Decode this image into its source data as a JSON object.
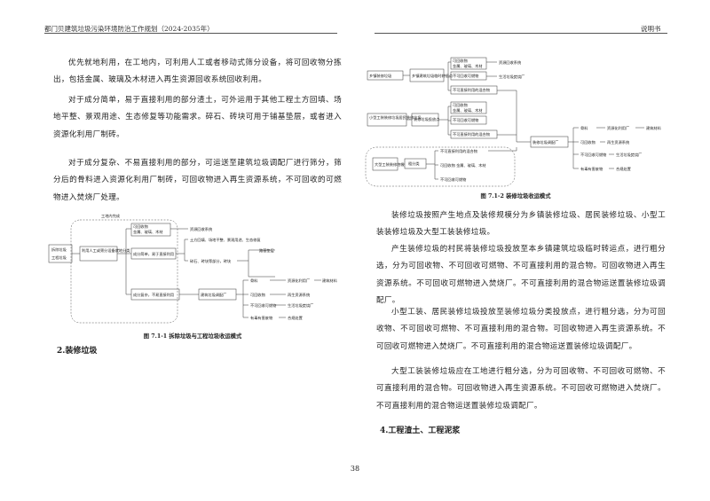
{
  "header": {
    "left": "都门贝建筑垃圾污染环境防治工作规划（2024-2035年）",
    "right": "说明书"
  },
  "page_number": "38",
  "left_column": {
    "paragraphs": [
      "优先就地利用，在工地内，可利用人工或者移动式筛分设备，将可回收物分拣出，包括金属、玻璃及木材进入再生资源回收系统回收利用。",
      "对于成分简单，易于直接利用的部分渣土，可外运用于其他工程土方回填、场地平整、景观用途、生态修复等功能需求。碎石、砖块可用于铺基垫层，或者进入资源化利用厂制砖。",
      "对于成分复杂、不易直接利用的部分，可运送至建筑垃圾调配厂进行筛分，筛分后的骨料进入资源化利用厂制砖，可回收物进入再生资源系统，不可回收的可燃物进入焚烧厂处理。"
    ],
    "figure1": {
      "caption": "图 7.1-1  拆除垃圾与工程垃圾收运模式",
      "labels": {
        "site_title": "工地内完成",
        "demolition": "拆除垃圾",
        "engineering": "工程垃圾",
        "sort": "利用人工或筛分设备就地分类",
        "recyclables": "可回收物",
        "recyclables_sub": "金属、玻璃、木材",
        "recycling_system": "资源回收系统",
        "simple": "成分简单，易于直接利用",
        "earthwork": "土方回填、场地平整、景观用途、生态修复",
        "gravel": "碎石、砖块等部分，砖块",
        "paving": "路基垫层",
        "complex": "成分复杂，不易直接利用",
        "dispatch_plant": "建筑垃圾调配厂",
        "aggregate": "骨料",
        "resource_plant": "资源化利用厂",
        "building_material": "建筑材料",
        "recyclable2": "可回收物",
        "renewable": "再生资源系统",
        "nonrecyclable": "不可回收可燃物",
        "incinerator": "生活垃圾焚烧厂",
        "hazardous": "有毒有害废物",
        "safe_disposal": "合规处置"
      }
    },
    "heading": "2.装修垃圾"
  },
  "right_column": {
    "figure2": {
      "caption": "图 7.1-2  装修垃圾收运模式",
      "labels": {
        "town_source": "乡镇装修垃圾",
        "town_point": "乡镇建筑垃圾临时转运点",
        "recyclables": "可回收物",
        "recyclables_sub": "金属、玻璃、木材",
        "recycle_system": "资源回收系统",
        "nonrecyclable": "不可回收可燃物",
        "incinerator": "生活垃圾焚烧厂",
        "mixed": "不可直接利用的混合物",
        "small_source": "小型工装装修垃圾居民装修垃圾",
        "sort_point": "装修垃圾投放点",
        "dispatch_plant": "装修垃圾调配厂",
        "aggregate": "骨料",
        "resource_plant": "资源化利用厂",
        "building_material": "建筑材料",
        "recyclable2": "可回收物",
        "renewable": "再生资源系统",
        "nonrecyclable2": "不可回收可燃物",
        "incinerator2": "生活垃圾焚烧厂",
        "hazardous": "有毒有害废物",
        "safe_disposal": "合规处置",
        "large_source": "大型工装装修垃圾",
        "crude_sort": "粗分类",
        "large_recyclables": "可回收物 金属、玻璃、木材",
        "large_nonrecyclable": "不可回收可燃物"
      }
    },
    "paragraphs": [
      "装修垃圾按照产生地点及装修规模分为乡镇装修垃圾、居民装修垃圾、小型工装装修垃圾及大型工装装修垃圾。",
      "产生装修垃圾的村民将装修垃圾投放至本乡镇建筑垃圾临时转运点，进行粗分选，分为可回收物、不可回收可燃物、不可直接利用的混合物。可回收物进入再生资源系统。不可回收可燃物进入焚烧厂。不可直接利用的混合物运送置装修垃圾调配厂。",
      "小型工装、居民装修垃圾投放至装修垃圾分类投放点，进行粗分选，分为可回收物、不可回收可燃物、不可直接利用的混合物。可回收物进入再生资源系统。不可回收可燃物进入焚烧厂。不可直接利用的混合物运送置装修垃圾调配厂。",
      "大型工装装修垃圾应在工地进行粗分选，分为可回收物、不可回收可燃物、不可直接利用的混合物。可回收物进入再生资源系统。不可回收可燃物进入焚烧厂。不可直接利用的混合物运送置装修垃圾调配厂。"
    ],
    "heading": "4.工程渣土、工程泥浆"
  }
}
